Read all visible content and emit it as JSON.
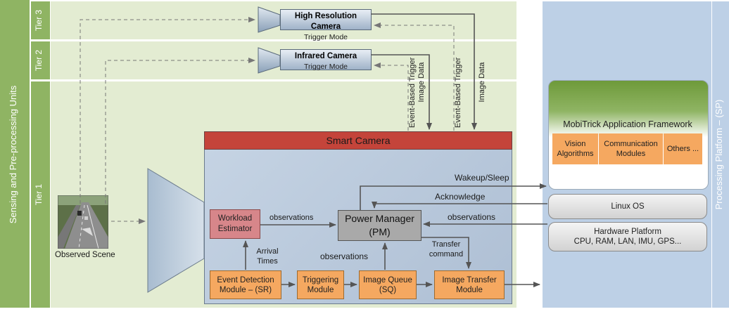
{
  "sensing": {
    "title": "Sensing and Pre-processing Units",
    "tiers": {
      "tier3": "Tier 3",
      "tier2": "Tier 2",
      "tier1": "Tier 1"
    },
    "observed_scene": "Observed Scene"
  },
  "cameras": {
    "high_res": {
      "name": "High Resolution Camera",
      "mode": "Trigger Mode"
    },
    "infrared": {
      "name": "Infrared Camera",
      "mode": "Trigger Mode"
    }
  },
  "vertical_labels": {
    "event_trigger_1": "Event-Based Trigger",
    "image_data_1": "Image Data",
    "event_trigger_2": "Event-Based Trigger",
    "image_data_2": "Image Data"
  },
  "smart_camera": {
    "title": "Smart Camera",
    "workload_estimator": "Workload Estimator",
    "power_manager": "Power Manager (PM)",
    "event_detection": "Event Detection Module – (SR)",
    "triggering": "Triggering Module",
    "image_queue": "Image Queue (SQ)",
    "image_transfer": "Image Transfer Module",
    "arrival_times": "Arrival Times",
    "observations_we": "observations",
    "observations_iq": "observations",
    "transfer_command": "Transfer command"
  },
  "links": {
    "wakeup_sleep": "Wakeup/Sleep",
    "acknowledge": "Acknowledge",
    "observations_hw": "observations"
  },
  "processing": {
    "title": "Processing Platform – (SP)",
    "framework": "MobiTrick Application Framework",
    "vision": "Vision Algorithms",
    "communication": "Communication Modules",
    "others": "Others ...",
    "linux": "Linux OS",
    "hardware_title": "Hardware Platform",
    "hardware_items": "CPU, RAM, LAN, IMU, GPS..."
  },
  "colors": {
    "tier_green": "#e3ecd2",
    "sidebar_green": "#8fb463",
    "smart_camera_header": "#c4443a",
    "smart_camera_body": "#b8c8dc",
    "orange_module": "#f5a860",
    "workload_pink": "#d7868a",
    "power_manager_gray": "#a9a9a9",
    "processing_blue": "#bdd0e6",
    "framework_green": "#7ea34a"
  }
}
